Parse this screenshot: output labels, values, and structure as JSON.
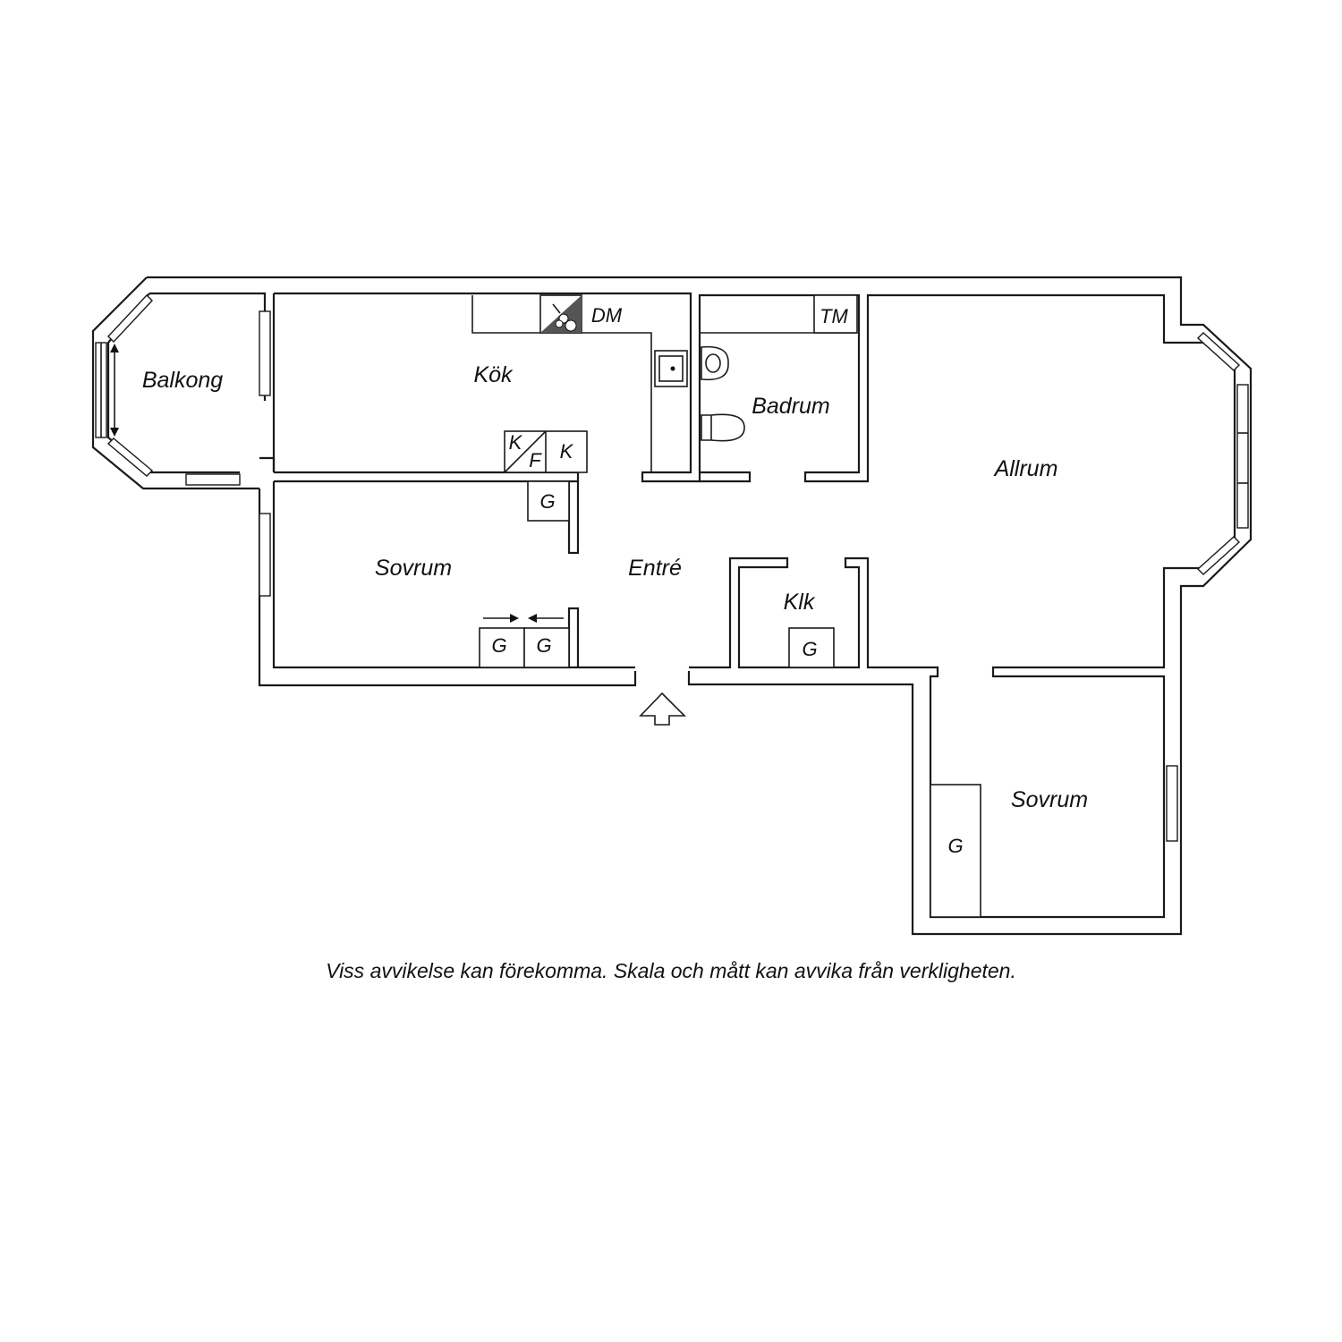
{
  "rooms": {
    "balkong": "Balkong",
    "kok": "Kök",
    "badrum": "Badrum",
    "allrum": "Allrum",
    "sovrum_1": "Sovrum",
    "entre": "Entré",
    "klk": "Klk",
    "sovrum_2": "Sovrum"
  },
  "fixtures": {
    "dishwasher": "DM",
    "dryer": "TM",
    "fridge_k": "K",
    "freezer_f": "F",
    "fridge_k2": "K",
    "wardrobe": "G"
  },
  "disclaimer": "Viss avvikelse kan förekomma. Skala och mått kan avvika från verkligheten."
}
